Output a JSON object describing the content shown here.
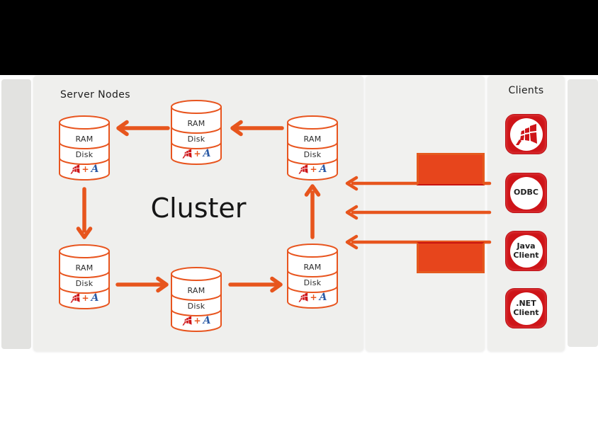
{
  "canvas": {
    "top_bar_color": "#000000",
    "page_background": "#FFFFFF"
  },
  "diagram": {
    "server_panel": {
      "title": "Server Nodes"
    },
    "cluster": {
      "title": "Cluster"
    },
    "clients_panel": {
      "title": "Clients",
      "items": [
        {
          "id": "brand-logo-client",
          "label": ""
        },
        {
          "id": "odbc-client",
          "label": "ODBC"
        },
        {
          "id": "java-client",
          "label": "Java Client"
        },
        {
          "id": "dotnet-client",
          "label": ".NET Client"
        }
      ]
    },
    "cylinder": {
      "ram_label": "RAM",
      "disk_label": "Disk",
      "plus_sign": "+",
      "brand_letter": "A"
    },
    "colors": {
      "arrow_orange": "#E7551D",
      "cylinder_outline": "#E8551F",
      "client_icon_red": "#CE1418",
      "redaction_fill": "#E7451C",
      "panel_gray": "#EFEFED",
      "brand_blue": "#2B5AA5",
      "logo_red": "#CE1418"
    }
  }
}
